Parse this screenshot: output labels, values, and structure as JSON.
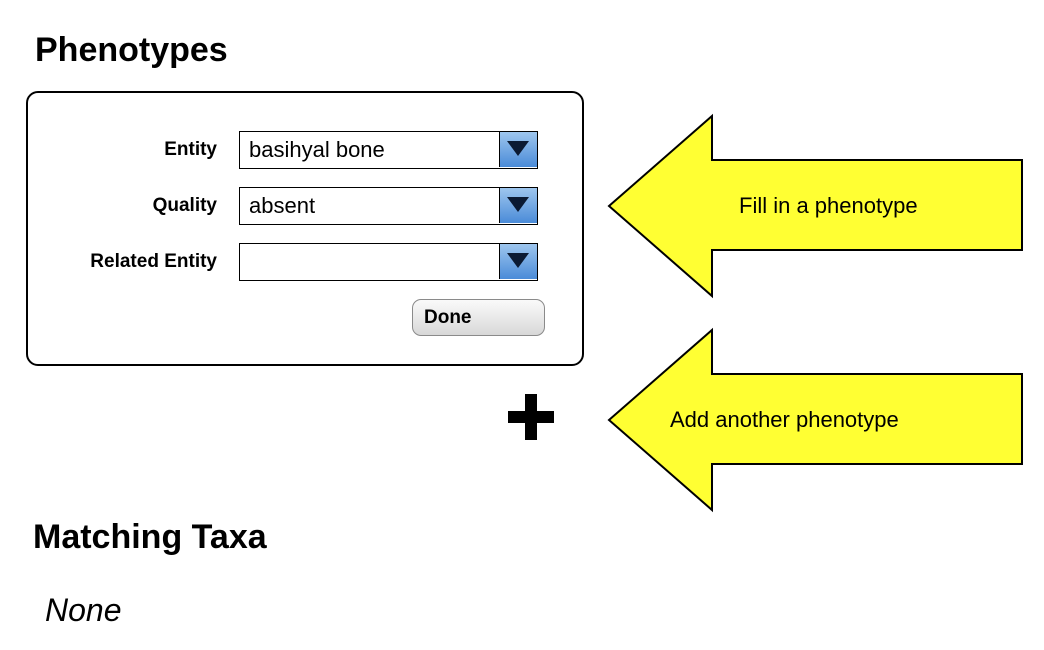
{
  "phenotypes": {
    "heading": "Phenotypes",
    "fields": [
      {
        "label": "Entity",
        "value": "basihyal bone"
      },
      {
        "label": "Quality",
        "value": "absent"
      },
      {
        "label": "Related Entity",
        "value": ""
      }
    ],
    "done_label": "Done",
    "add_icon": "plus-icon",
    "dropdown_icon": "triangle-down-icon",
    "dropdown_color": "#4a8bd8"
  },
  "callouts": {
    "fill": "Fill in a phenotype",
    "add": "Add another phenotype",
    "arrow_color": "#ffff33"
  },
  "matching": {
    "heading": "Matching Taxa",
    "empty_text": "None"
  }
}
